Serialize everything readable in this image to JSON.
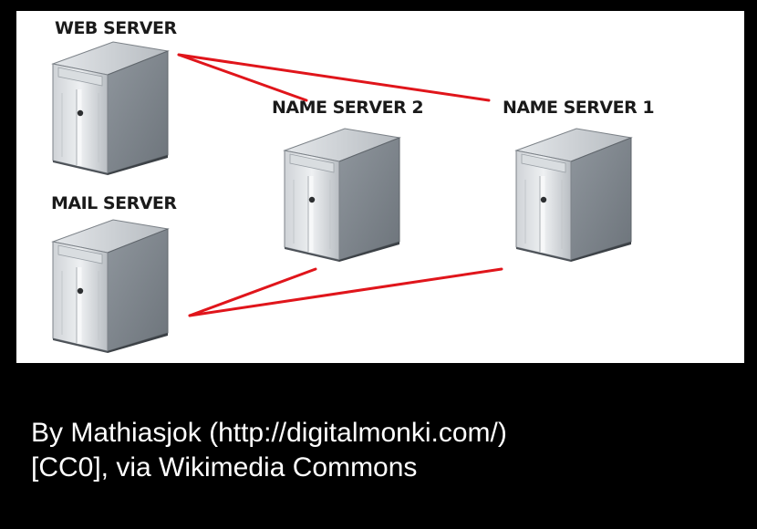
{
  "diagram": {
    "nodes": [
      {
        "id": "web",
        "label": "WEB SERVER"
      },
      {
        "id": "mail",
        "label": "MAIL SERVER"
      },
      {
        "id": "ns2",
        "label": "NAME SERVER 2"
      },
      {
        "id": "ns1",
        "label": "NAME SERVER 1"
      }
    ],
    "connections": [
      {
        "from": "web",
        "to": "ns2"
      },
      {
        "from": "web",
        "to": "ns1"
      },
      {
        "from": "mail",
        "to": "ns2"
      },
      {
        "from": "mail",
        "to": "ns1"
      }
    ],
    "connection_color": "#e0151b",
    "server_icon": "server-tower-icon"
  },
  "caption": {
    "line1": "By Mathiasjok (http://digitalmonki.com/)",
    "line2": "[CC0], via Wikimedia Commons"
  }
}
